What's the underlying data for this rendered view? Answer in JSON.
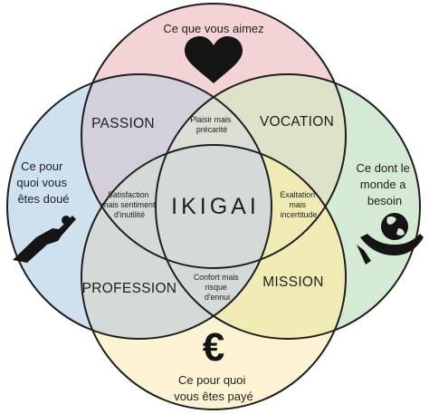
{
  "circles": {
    "love": {
      "text": "Ce que vous aimez",
      "color": "#f4d3d7"
    },
    "needs": {
      "lines": [
        "Ce dont le",
        "monde a",
        "besoin"
      ],
      "color": "#d5ead3"
    },
    "good": {
      "lines": [
        "Ce pour",
        "quoi vous",
        "êtes doué"
      ],
      "color": "#cfe0ef"
    },
    "paid": {
      "lines": [
        "Ce pour quoi",
        "vous êtes payé"
      ],
      "color": "#fbf3d2"
    }
  },
  "overlaps": {
    "passion": "PASSION",
    "vocation": "VOCATION",
    "profession": "PROFESSION",
    "mission": "MISSION"
  },
  "triples": {
    "top": [
      "Plaisir mais",
      "précarité"
    ],
    "left": [
      "Satisfaction",
      "mais sentiment",
      "d'inutilité"
    ],
    "right": [
      "Exaltation",
      "mais",
      "incertitude"
    ],
    "bottom": [
      "Confort mais",
      "risque",
      "d'ennui"
    ]
  },
  "center": "IKIGAI",
  "icons": {
    "love": "heart-icon",
    "needs": "hand-globe-icon",
    "good": "superhero-icon",
    "paid": "euro-icon"
  }
}
